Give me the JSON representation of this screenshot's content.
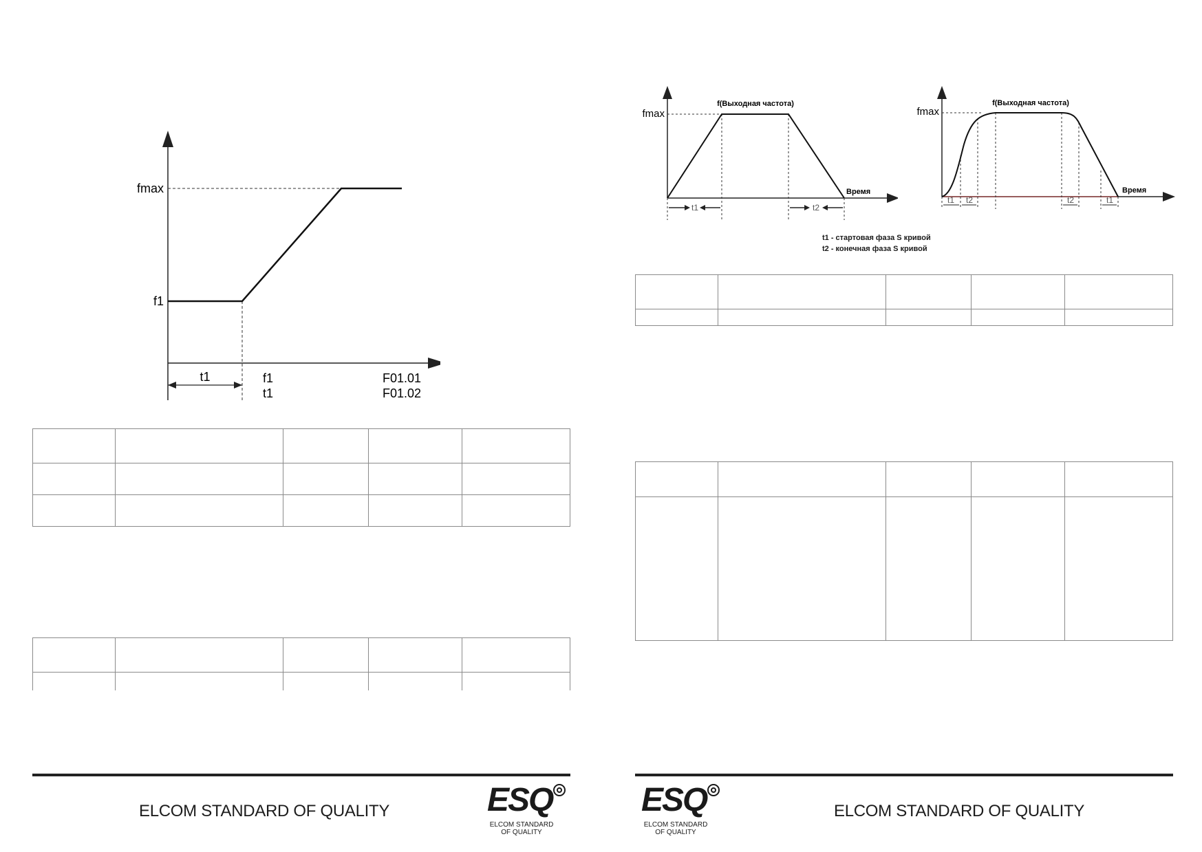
{
  "left_page": {
    "figure": {
      "ylabel_top": "fmax",
      "ylabel_mid": "f1",
      "span_label": "t1",
      "legend": [
        {
          "symbol": "f1",
          "code": "F01.01"
        },
        {
          "symbol": "t1",
          "code": "F01.02"
        }
      ]
    },
    "footer": {
      "brand": "ELCOM STANDARD OF QUALITY",
      "logo_mark": "ESQ",
      "logo_line1": "ELCOM STANDARD",
      "logo_line2": "OF QUALITY"
    }
  },
  "right_page": {
    "figure_linear": {
      "ylabel": "fmax",
      "curve_label": "f(Выходная частота)",
      "xlabel": "Время",
      "span_t1": "t1",
      "span_t2": "t2"
    },
    "figure_s_curve": {
      "ylabel": "fmax",
      "curve_label": "f(Выходная частота)",
      "xlabel": "Время",
      "spans": [
        "t1",
        "t2",
        "t2",
        "t1"
      ]
    },
    "legend_lines": [
      "t1 - стартовая фаза S кривой",
      "t2 - конечная фаза S кривой"
    ],
    "footer": {
      "brand": "ELCOM STANDARD OF QUALITY",
      "logo_mark": "ESQ",
      "logo_line1": "ELCOM STANDARD",
      "logo_line2": "OF QUALITY"
    }
  }
}
